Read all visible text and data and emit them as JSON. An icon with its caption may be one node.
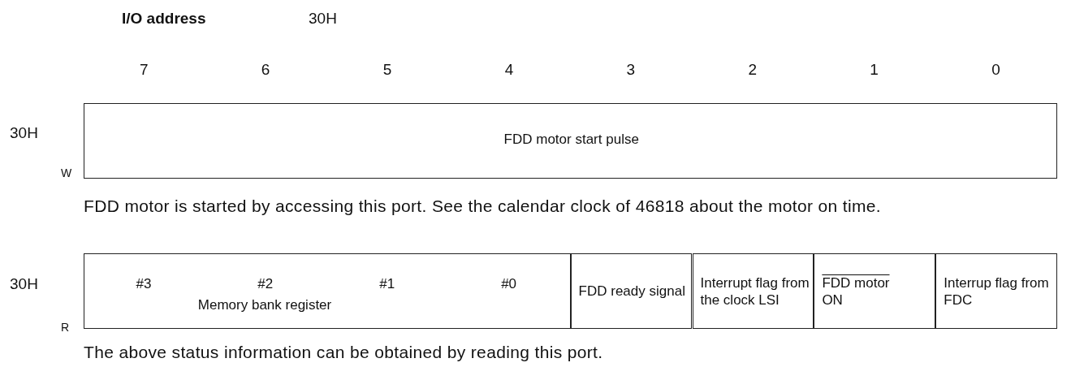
{
  "diagram": {
    "nodes": [
      {
        "text": [
          "FDD motor start pulse"
        ]
      },
      {
        "text": [
          "#3",
          "#2",
          "#1",
          "#0",
          "Memory bank register"
        ]
      },
      {
        "text": [
          "FDD ready signal"
        ]
      },
      {
        "text": [
          "Interrupt flag from the clock LSI"
        ]
      },
      {
        "text": [
          "FDD motor",
          "ON"
        ]
      },
      {
        "text": [
          "Interrup flag from FDC"
        ]
      }
    ],
    "edges": [],
    "labels": [
      "I/O address",
      "30H",
      "7",
      "6",
      "5",
      "4",
      "3",
      "2",
      "1",
      "0",
      "30H",
      "W",
      "FDD motor is started by accessing this port.  See the calendar clock of 46818 about the motor on time.",
      "30H",
      "R",
      "The above status information can be obtained by reading this port."
    ]
  }
}
